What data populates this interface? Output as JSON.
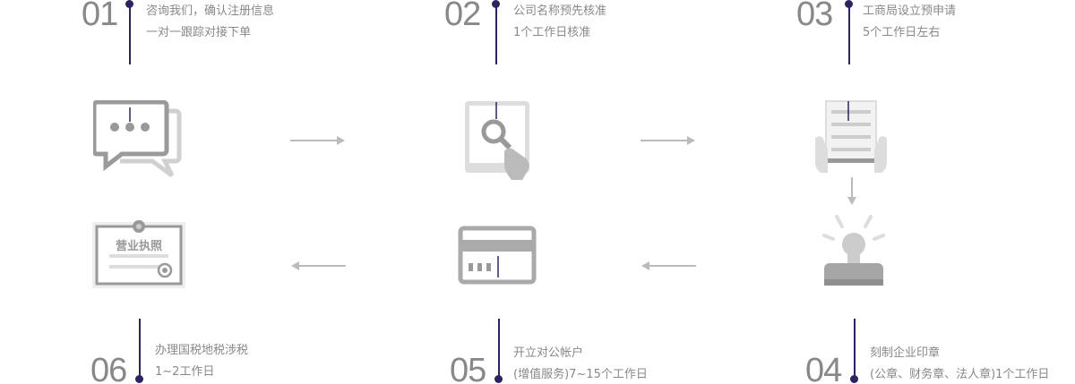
{
  "steps": [
    {
      "num": "01",
      "line1": "咨询我们，确认注册信息",
      "line2": "一对一跟踪对接下单",
      "icon": "chat-icon"
    },
    {
      "num": "02",
      "line1": "公司名称预先核准",
      "line2": "1个工作日核准",
      "icon": "search-tablet-icon"
    },
    {
      "num": "03",
      "line1": "工商局设立预申请",
      "line2": "5个工作日左右",
      "icon": "document-icon"
    },
    {
      "num": "04",
      "line1": "刻制企业印章",
      "line2": "(公章、财务章、法人章)1个工作日",
      "icon": "stamp-icon"
    },
    {
      "num": "05",
      "line1": "开立对公帐户",
      "line2": "(增值服务)7~15个工作日",
      "icon": "bank-card-icon"
    },
    {
      "num": "06",
      "line1": "办理国税地税涉税",
      "line2": "1~2工作日",
      "icon": "business-license-icon"
    }
  ],
  "license_text": "营业执照",
  "colors": {
    "accent": "#2e2260",
    "text": "#888888",
    "icon": "#999999"
  }
}
